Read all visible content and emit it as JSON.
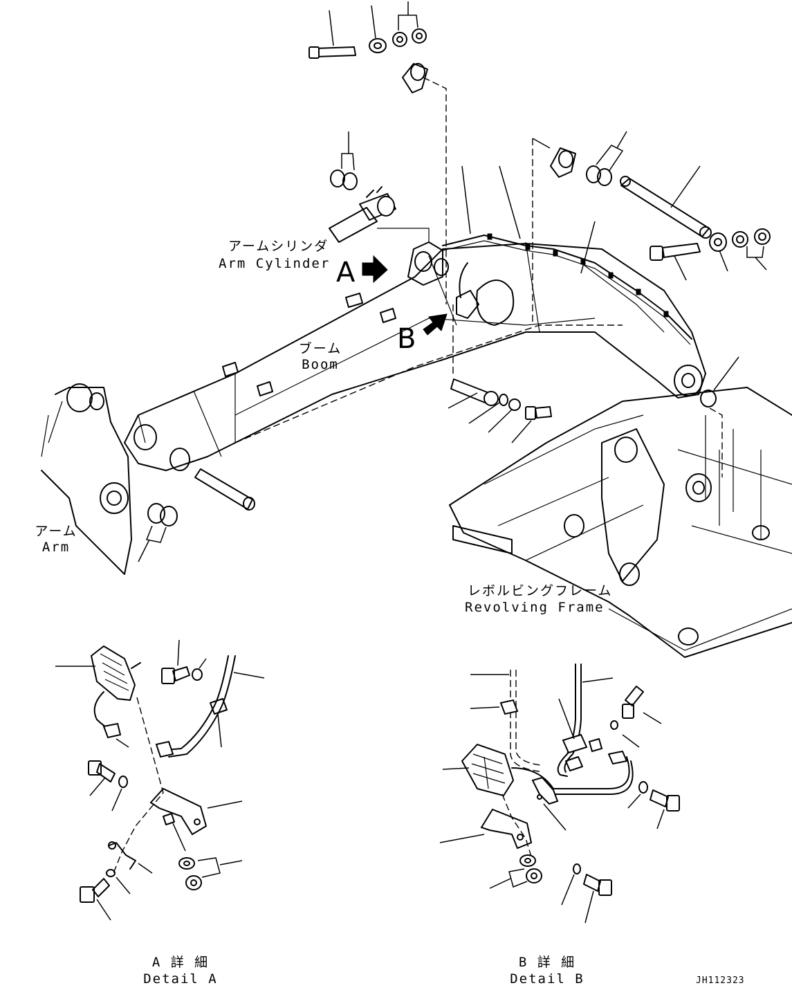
{
  "labels": {
    "arm_cylinder_jp": "アームシリンダ",
    "arm_cylinder_en": "Arm Cylinder",
    "boom_jp": "ブーム",
    "boom_en": "Boom",
    "arm_jp": "アーム",
    "arm_en": "Arm",
    "revolving_frame_jp": "レボルビングフレーム",
    "revolving_frame_en": "Revolving Frame",
    "view_a": "A",
    "view_b": "B",
    "detail_a_jp": "A 詳 細",
    "detail_a_en": "Detail A",
    "detail_b_jp": "B 詳 細",
    "detail_b_en": "Detail B",
    "drawing_code": "JH112323"
  },
  "icons": {
    "view_arrow": "arrow-right-icon"
  },
  "colors": {
    "line": "#000000",
    "background": "#ffffff"
  }
}
